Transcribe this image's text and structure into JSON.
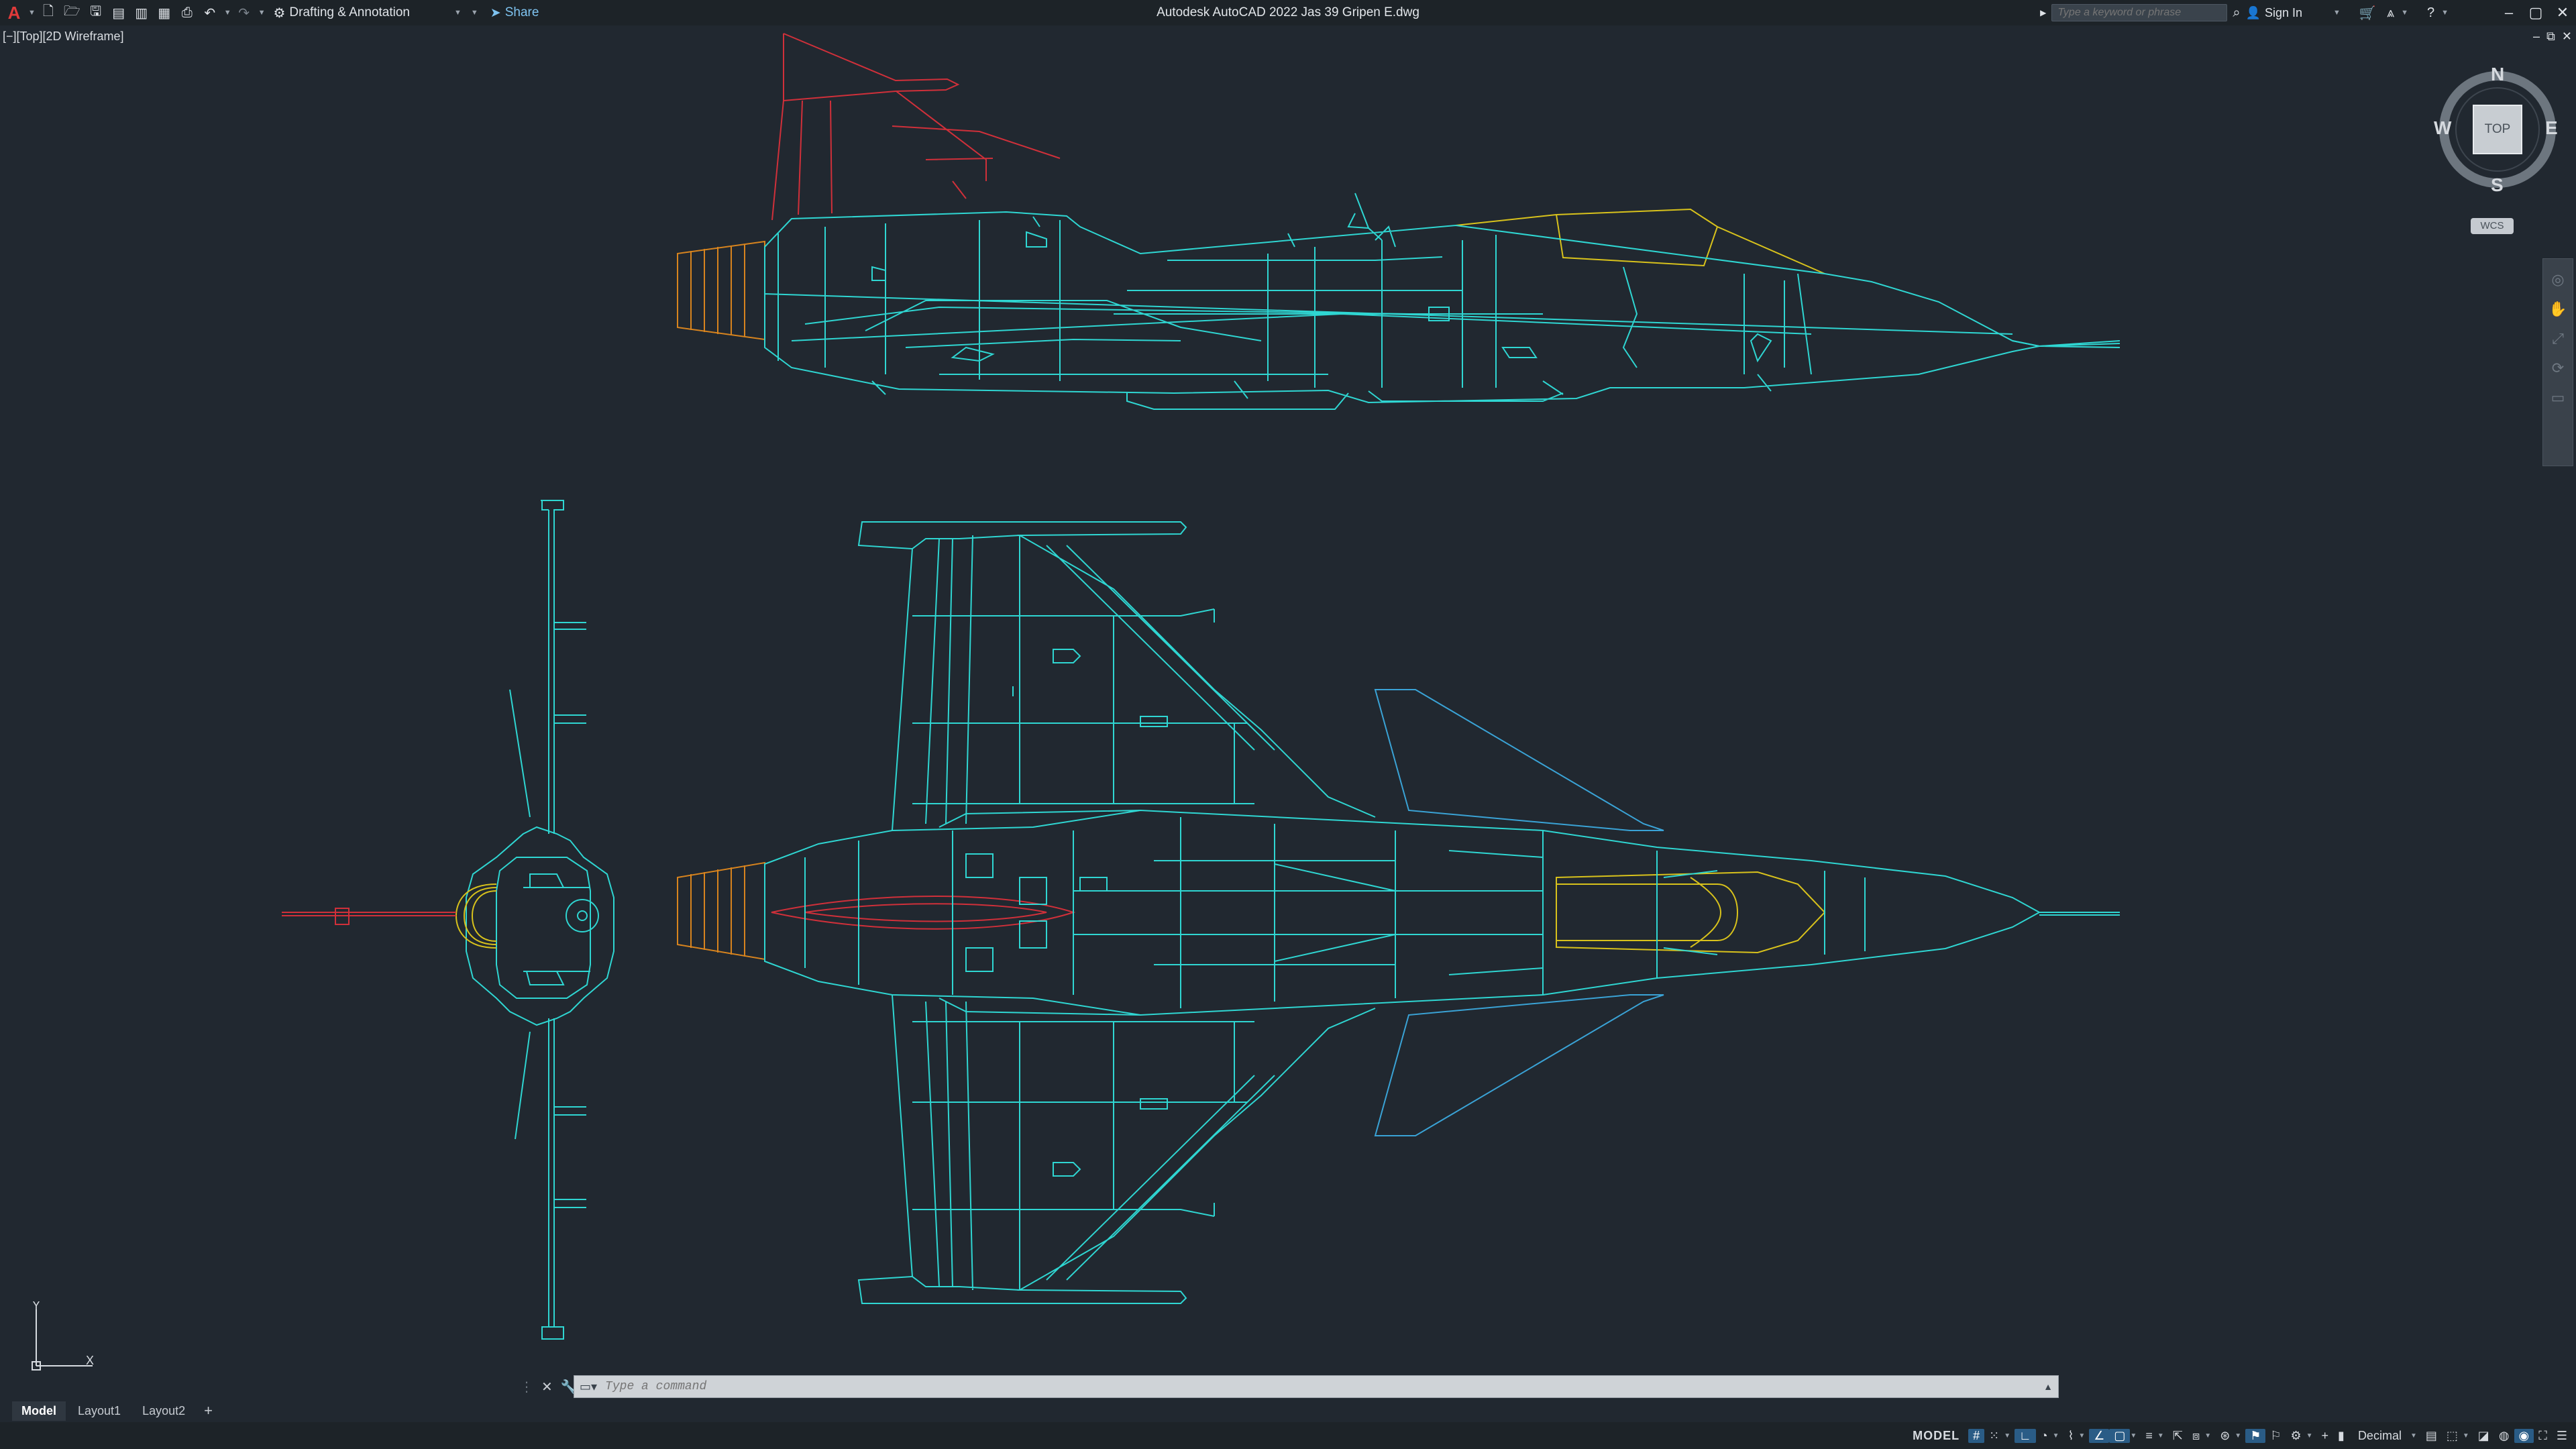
{
  "app": {
    "title": "Autodesk AutoCAD 2022   Jas 39 Gripen E.dwg",
    "logo": "A",
    "workspace": "Drafting & Annotation",
    "share_label": "Share",
    "search_placeholder": "Type a keyword or phrase",
    "sign_in_label": "Sign In"
  },
  "viewport": {
    "label": "[−][Top][2D Wireframe]"
  },
  "viewcube": {
    "north": "N",
    "south": "S",
    "east": "E",
    "west": "W",
    "face": "TOP",
    "ucs_label": "WCS"
  },
  "ucs_icon": {
    "x_label": "X",
    "y_label": "Y"
  },
  "command_line": {
    "placeholder": "Type a command"
  },
  "layout_tabs": [
    {
      "label": "Model",
      "active": true
    },
    {
      "label": "Layout1",
      "active": false
    },
    {
      "label": "Layout2",
      "active": false
    }
  ],
  "status_bar": {
    "model_label": "MODEL",
    "units": "Decimal"
  },
  "colors": {
    "background": "#212830",
    "geometry_main": "#2fd6d2",
    "geometry_blue": "#3aa3d6",
    "geometry_red": "#d0303a",
    "geometry_orange": "#d8841e",
    "geometry_yellow": "#d8c21c"
  }
}
